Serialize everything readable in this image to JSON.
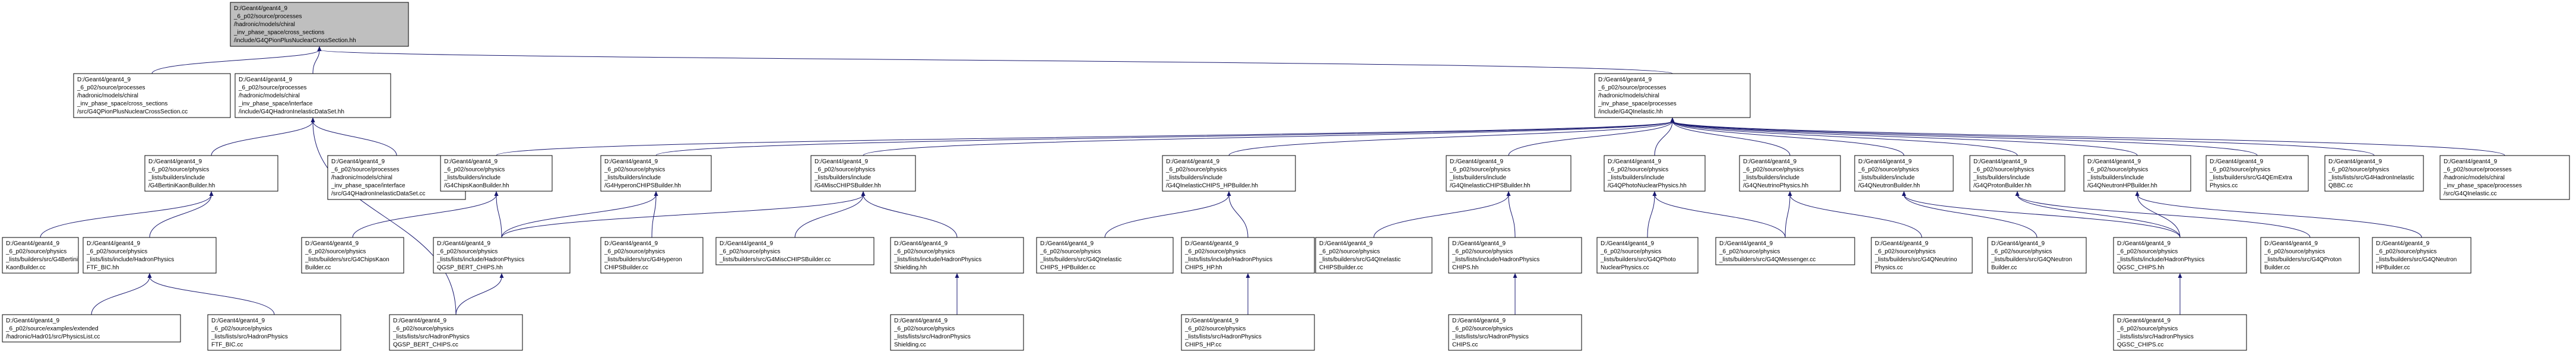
{
  "graph": {
    "nodes": [
      {
        "id": "n0",
        "lines": [
          "D:/Geant4/geant4_9",
          "_6_p02/source/processes",
          "/hadronic/models/chiral",
          "_inv_phase_space/cross_sections",
          "/include/G4QPionPlusNuclearCrossSection.hh"
        ]
      },
      {
        "id": "n1",
        "lines": [
          "D:/Geant4/geant4_9",
          "_6_p02/source/processes",
          "/hadronic/models/chiral",
          "_inv_phase_space/cross_sections",
          "/src/G4QPionPlusNuclearCrossSection.cc"
        ]
      },
      {
        "id": "n2",
        "lines": [
          "D:/Geant4/geant4_9",
          "_6_p02/source/processes",
          "/hadronic/models/chiral",
          "_inv_phase_space/interface",
          "/include/G4QHadronInelasticDataSet.hh"
        ]
      },
      {
        "id": "n3",
        "lines": [
          "D:/Geant4/geant4_9",
          "_6_p02/source/processes",
          "/hadronic/models/chiral",
          "_inv_phase_space/processes",
          "/include/G4QInelastic.hh"
        ]
      },
      {
        "id": "n4",
        "lines": [
          "D:/Geant4/geant4_9",
          "_6_p02/source/physics",
          "_lists/builders/include",
          "/G4BertiniKaonBuilder.hh"
        ]
      },
      {
        "id": "n5",
        "lines": [
          "D:/Geant4/geant4_9",
          "_6_p02/source/processes",
          "/hadronic/models/chiral",
          "_inv_phase_space/interface",
          "/src/G4QHadronInelasticDataSet.cc"
        ]
      },
      {
        "id": "n6",
        "lines": [
          "D:/Geant4/geant4_9",
          "_6_p02/source/physics",
          "_lists/builders/include",
          "/G4ChipsKaonBuilder.hh"
        ]
      },
      {
        "id": "n7",
        "lines": [
          "D:/Geant4/geant4_9",
          "_6_p02/source/physics",
          "_lists/builders/include",
          "/G4HyperonCHIPSBuilder.hh"
        ]
      },
      {
        "id": "n8",
        "lines": [
          "D:/Geant4/geant4_9",
          "_6_p02/source/physics",
          "_lists/builders/include",
          "/G4MiscCHIPSBuilder.hh"
        ]
      },
      {
        "id": "n9",
        "lines": [
          "D:/Geant4/geant4_9",
          "_6_p02/source/physics",
          "_lists/builders/include",
          "/G4QInelasticCHIPS_HPBuilder.hh"
        ]
      },
      {
        "id": "n10",
        "lines": [
          "D:/Geant4/geant4_9",
          "_6_p02/source/physics",
          "_lists/builders/include",
          "/G4QInelasticCHIPSBuilder.hh"
        ]
      },
      {
        "id": "n11",
        "lines": [
          "D:/Geant4/geant4_9",
          "_6_p02/source/physics",
          "_lists/builders/include",
          "/G4QPhotoNuclearPhysics.hh"
        ]
      },
      {
        "id": "n12",
        "lines": [
          "D:/Geant4/geant4_9",
          "_6_p02/source/physics",
          "_lists/builders/include",
          "/G4QNeutrinoPhysics.hh"
        ]
      },
      {
        "id": "n13",
        "lines": [
          "D:/Geant4/geant4_9",
          "_6_p02/source/physics",
          "_lists/builders/include",
          "/G4QNeutronBuilder.hh"
        ]
      },
      {
        "id": "n14",
        "lines": [
          "D:/Geant4/geant4_9",
          "_6_p02/source/physics",
          "_lists/builders/include",
          "/G4QProtonBuilder.hh"
        ]
      },
      {
        "id": "n15",
        "lines": [
          "D:/Geant4/geant4_9",
          "_6_p02/source/physics",
          "_lists/builders/include",
          "/G4QNeutronHPBuilder.hh"
        ]
      },
      {
        "id": "n16",
        "lines": [
          "D:/Geant4/geant4_9",
          "_6_p02/source/physics",
          "_lists/builders/src/G4QEmExtra",
          "Physics.cc"
        ]
      },
      {
        "id": "n17",
        "lines": [
          "D:/Geant4/geant4_9",
          "_6_p02/source/physics",
          "_lists/lists/src/G4HadronInelastic",
          "QBBC.cc"
        ]
      },
      {
        "id": "n18",
        "lines": [
          "D:/Geant4/geant4_9",
          "_6_p02/source/processes",
          "/hadronic/models/chiral",
          "_inv_phase_space/processes",
          "/src/G4QInelastic.cc"
        ]
      },
      {
        "id": "n19",
        "lines": [
          "D:/Geant4/geant4_9",
          "_6_p02/source/physics",
          "_lists/builders/src/G4Bertini",
          "KaonBuilder.cc"
        ]
      },
      {
        "id": "n20",
        "lines": [
          "D:/Geant4/geant4_9",
          "_6_p02/source/physics",
          "_lists/lists/include/HadronPhysics",
          "FTF_BIC.hh"
        ]
      },
      {
        "id": "n21",
        "lines": [
          "D:/Geant4/geant4_9",
          "_6_p02/source/physics",
          "_lists/builders/src/G4ChipsKaon",
          "Builder.cc"
        ]
      },
      {
        "id": "n22",
        "lines": [
          "D:/Geant4/geant4_9",
          "_6_p02/source/physics",
          "_lists/lists/include/HadronPhysics",
          "QGSP_BERT_CHIPS.hh"
        ]
      },
      {
        "id": "n23",
        "lines": [
          "D:/Geant4/geant4_9",
          "_6_p02/source/physics",
          "_lists/builders/src/G4Hyperon",
          "CHIPSBuilder.cc"
        ]
      },
      {
        "id": "n24",
        "lines": [
          "D:/Geant4/geant4_9",
          "_6_p02/source/physics",
          "_lists/builders/src/G4MiscCHIPSBuilder.cc"
        ]
      },
      {
        "id": "n25",
        "lines": [
          "D:/Geant4/geant4_9",
          "_6_p02/source/physics",
          "_lists/lists/include/HadronPhysics",
          "Shielding.hh"
        ]
      },
      {
        "id": "n26",
        "lines": [
          "D:/Geant4/geant4_9",
          "_6_p02/source/physics",
          "_lists/builders/src/G4QInelastic",
          "CHIPS_HPBuilder.cc"
        ]
      },
      {
        "id": "n27",
        "lines": [
          "D:/Geant4/geant4_9",
          "_6_p02/source/physics",
          "_lists/lists/include/HadronPhysics",
          "CHIPS_HP.hh"
        ]
      },
      {
        "id": "n28",
        "lines": [
          "D:/Geant4/geant4_9",
          "_6_p02/source/physics",
          "_lists/builders/src/G4QInelastic",
          "CHIPSBuilder.cc"
        ]
      },
      {
        "id": "n29",
        "lines": [
          "D:/Geant4/geant4_9",
          "_6_p02/source/physics",
          "_lists/lists/include/HadronPhysics",
          "CHIPS.hh"
        ]
      },
      {
        "id": "n30",
        "lines": [
          "D:/Geant4/geant4_9",
          "_6_p02/source/physics",
          "_lists/builders/src/G4QPhoto",
          "NuclearPhysics.cc"
        ]
      },
      {
        "id": "n31",
        "lines": [
          "D:/Geant4/geant4_9",
          "_6_p02/source/physics",
          "_lists/builders/src/G4QMessenger.cc"
        ]
      },
      {
        "id": "n32",
        "lines": [
          "D:/Geant4/geant4_9",
          "_6_p02/source/physics",
          "_lists/builders/src/G4QNeutrino",
          "Physics.cc"
        ]
      },
      {
        "id": "n33",
        "lines": [
          "D:/Geant4/geant4_9",
          "_6_p02/source/physics",
          "_lists/builders/src/G4QNeutron",
          "Builder.cc"
        ]
      },
      {
        "id": "n34",
        "lines": [
          "D:/Geant4/geant4_9",
          "_6_p02/source/physics",
          "_lists/lists/include/HadronPhysics",
          "QGSC_CHIPS.hh"
        ]
      },
      {
        "id": "n35",
        "lines": [
          "D:/Geant4/geant4_9",
          "_6_p02/source/physics",
          "_lists/builders/src/G4QProton",
          "Builder.cc"
        ]
      },
      {
        "id": "n36",
        "lines": [
          "D:/Geant4/geant4_9",
          "_6_p02/source/physics",
          "_lists/builders/src/G4QNeutron",
          "HPBuilder.cc"
        ]
      },
      {
        "id": "n37",
        "lines": [
          "D:/Geant4/geant4_9",
          "_6_p02/source/examples/extended",
          "/hadronic/Hadr01/src/PhysicsList.cc"
        ]
      },
      {
        "id": "n38",
        "lines": [
          "D:/Geant4/geant4_9",
          "_6_p02/source/physics",
          "_lists/lists/src/HadronPhysics",
          "FTF_BIC.cc"
        ]
      },
      {
        "id": "n39",
        "lines": [
          "D:/Geant4/geant4_9",
          "_6_p02/source/physics",
          "_lists/lists/src/HadronPhysics",
          "QGSP_BERT_CHIPS.cc"
        ]
      },
      {
        "id": "n40",
        "lines": [
          "D:/Geant4/geant4_9",
          "_6_p02/source/physics",
          "_lists/lists/src/HadronPhysics",
          "Shielding.cc"
        ]
      },
      {
        "id": "n41",
        "lines": [
          "D:/Geant4/geant4_9",
          "_6_p02/source/physics",
          "_lists/lists/src/HadronPhysics",
          "CHIPS_HP.cc"
        ]
      },
      {
        "id": "n42",
        "lines": [
          "D:/Geant4/geant4_9",
          "_6_p02/source/physics",
          "_lists/lists/src/HadronPhysics",
          "CHIPS.cc"
        ]
      },
      {
        "id": "n43",
        "lines": [
          "D:/Geant4/geant4_9",
          "_6_p02/source/physics",
          "_lists/lists/src/HadronPhysics",
          "QGSC_CHIPS.cc"
        ]
      }
    ],
    "edges": [
      [
        "n0",
        "n1"
      ],
      [
        "n0",
        "n2"
      ],
      [
        "n0",
        "n3"
      ],
      [
        "n2",
        "n4"
      ],
      [
        "n2",
        "n5"
      ],
      [
        "n2",
        "n39"
      ],
      [
        "n3",
        "n6"
      ],
      [
        "n3",
        "n7"
      ],
      [
        "n3",
        "n8"
      ],
      [
        "n3",
        "n9"
      ],
      [
        "n3",
        "n10"
      ],
      [
        "n3",
        "n11"
      ],
      [
        "n3",
        "n12"
      ],
      [
        "n3",
        "n13"
      ],
      [
        "n3",
        "n14"
      ],
      [
        "n3",
        "n15"
      ],
      [
        "n3",
        "n16"
      ],
      [
        "n3",
        "n17"
      ],
      [
        "n3",
        "n18"
      ],
      [
        "n4",
        "n19"
      ],
      [
        "n4",
        "n20"
      ],
      [
        "n6",
        "n21"
      ],
      [
        "n6",
        "n22"
      ],
      [
        "n7",
        "n23"
      ],
      [
        "n7",
        "n22"
      ],
      [
        "n8",
        "n24"
      ],
      [
        "n8",
        "n22"
      ],
      [
        "n8",
        "n25"
      ],
      [
        "n9",
        "n26"
      ],
      [
        "n9",
        "n27"
      ],
      [
        "n10",
        "n28"
      ],
      [
        "n10",
        "n29"
      ],
      [
        "n11",
        "n30"
      ],
      [
        "n11",
        "n31"
      ],
      [
        "n12",
        "n31"
      ],
      [
        "n12",
        "n32"
      ],
      [
        "n13",
        "n33"
      ],
      [
        "n13",
        "n34"
      ],
      [
        "n14",
        "n35"
      ],
      [
        "n14",
        "n34"
      ],
      [
        "n15",
        "n36"
      ],
      [
        "n15",
        "n34"
      ],
      [
        "n20",
        "n37"
      ],
      [
        "n20",
        "n38"
      ],
      [
        "n22",
        "n39"
      ],
      [
        "n25",
        "n40"
      ],
      [
        "n27",
        "n41"
      ],
      [
        "n29",
        "n42"
      ],
      [
        "n34",
        "n43"
      ]
    ]
  }
}
